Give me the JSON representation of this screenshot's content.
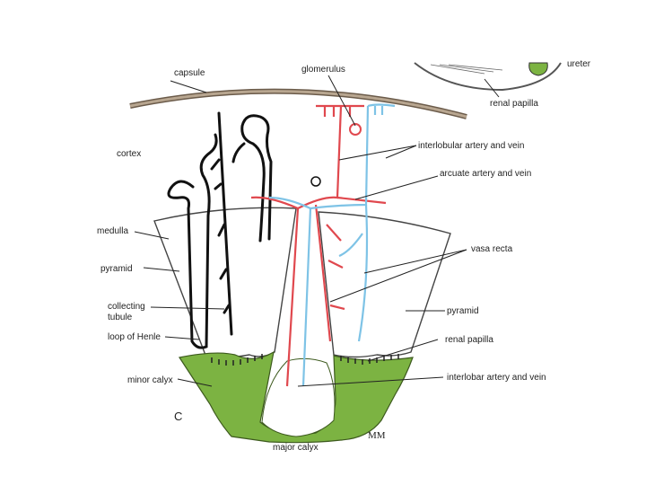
{
  "diagram": {
    "panel_letter": "C",
    "signature": "MM",
    "labels": {
      "capsule": "capsule",
      "glomerulus": "glomerulus",
      "renal_papilla_top": "renal papilla",
      "ureter": "ureter",
      "cortex": "cortex",
      "interlobular": "interlobular artery and vein",
      "arcuate": "arcuate artery and vein",
      "medulla": "medulla",
      "pyramid_left": "pyramid",
      "vasa_recta": "vasa recta",
      "collecting_tubule": "collecting\ntubule",
      "pyramid_right": "pyramid",
      "loop_of_henle": "loop of Henle",
      "renal_papilla": "renal papilla",
      "minor_calyx": "minor calyx",
      "interlobar": "interlobar artery and vein",
      "major_calyx": "major calyx"
    },
    "colors": {
      "artery": "#e0484e",
      "vein": "#7ec3e6",
      "calyx": "#7cb342",
      "tubule": "#111111"
    }
  }
}
